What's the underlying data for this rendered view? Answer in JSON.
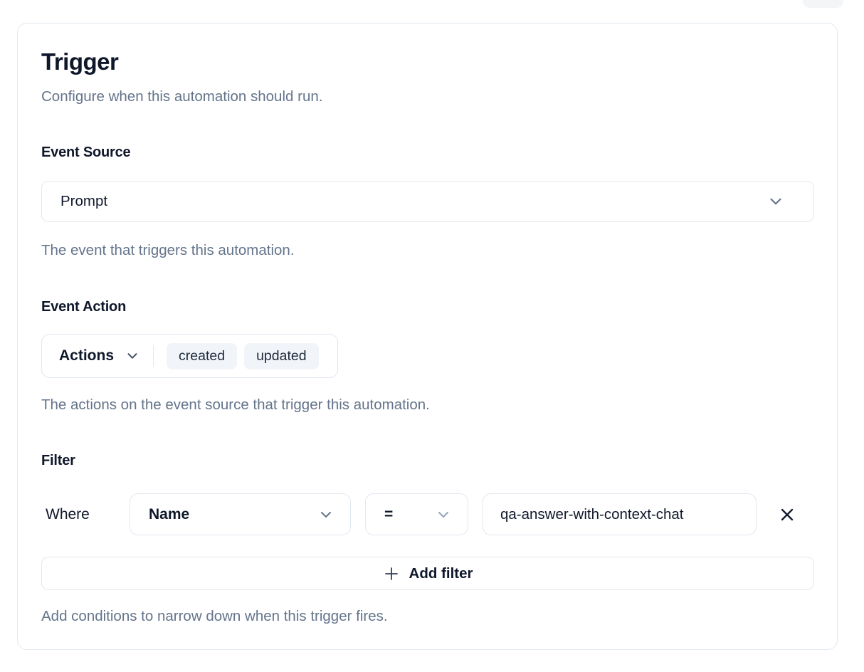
{
  "colors": {
    "text_dark": "#0f172a",
    "text_gray": "#64748b",
    "border": "#e2e8f0",
    "chip_bg": "#f1f5f9",
    "background": "#ffffff"
  },
  "card": {
    "title": "Trigger",
    "subtitle": "Configure when this automation should run.",
    "event_source": {
      "label": "Event Source",
      "selected_value": "Prompt",
      "helper": "The event that triggers this automation."
    },
    "event_action": {
      "label": "Event Action",
      "dropdown_label": "Actions",
      "chips": [
        "created",
        "updated"
      ],
      "helper": "The actions on the event source that trigger this automation."
    },
    "filter": {
      "label": "Filter",
      "where_label": "Where",
      "field_selected": "Name",
      "operator_selected": "=",
      "value": "qa-answer-with-context-chat",
      "add_button_label": "Add filter",
      "helper": "Add conditions to narrow down when this trigger fires."
    }
  },
  "icons": {
    "chevron_down": "chevron-down",
    "close": "close-x",
    "plus": "plus"
  }
}
